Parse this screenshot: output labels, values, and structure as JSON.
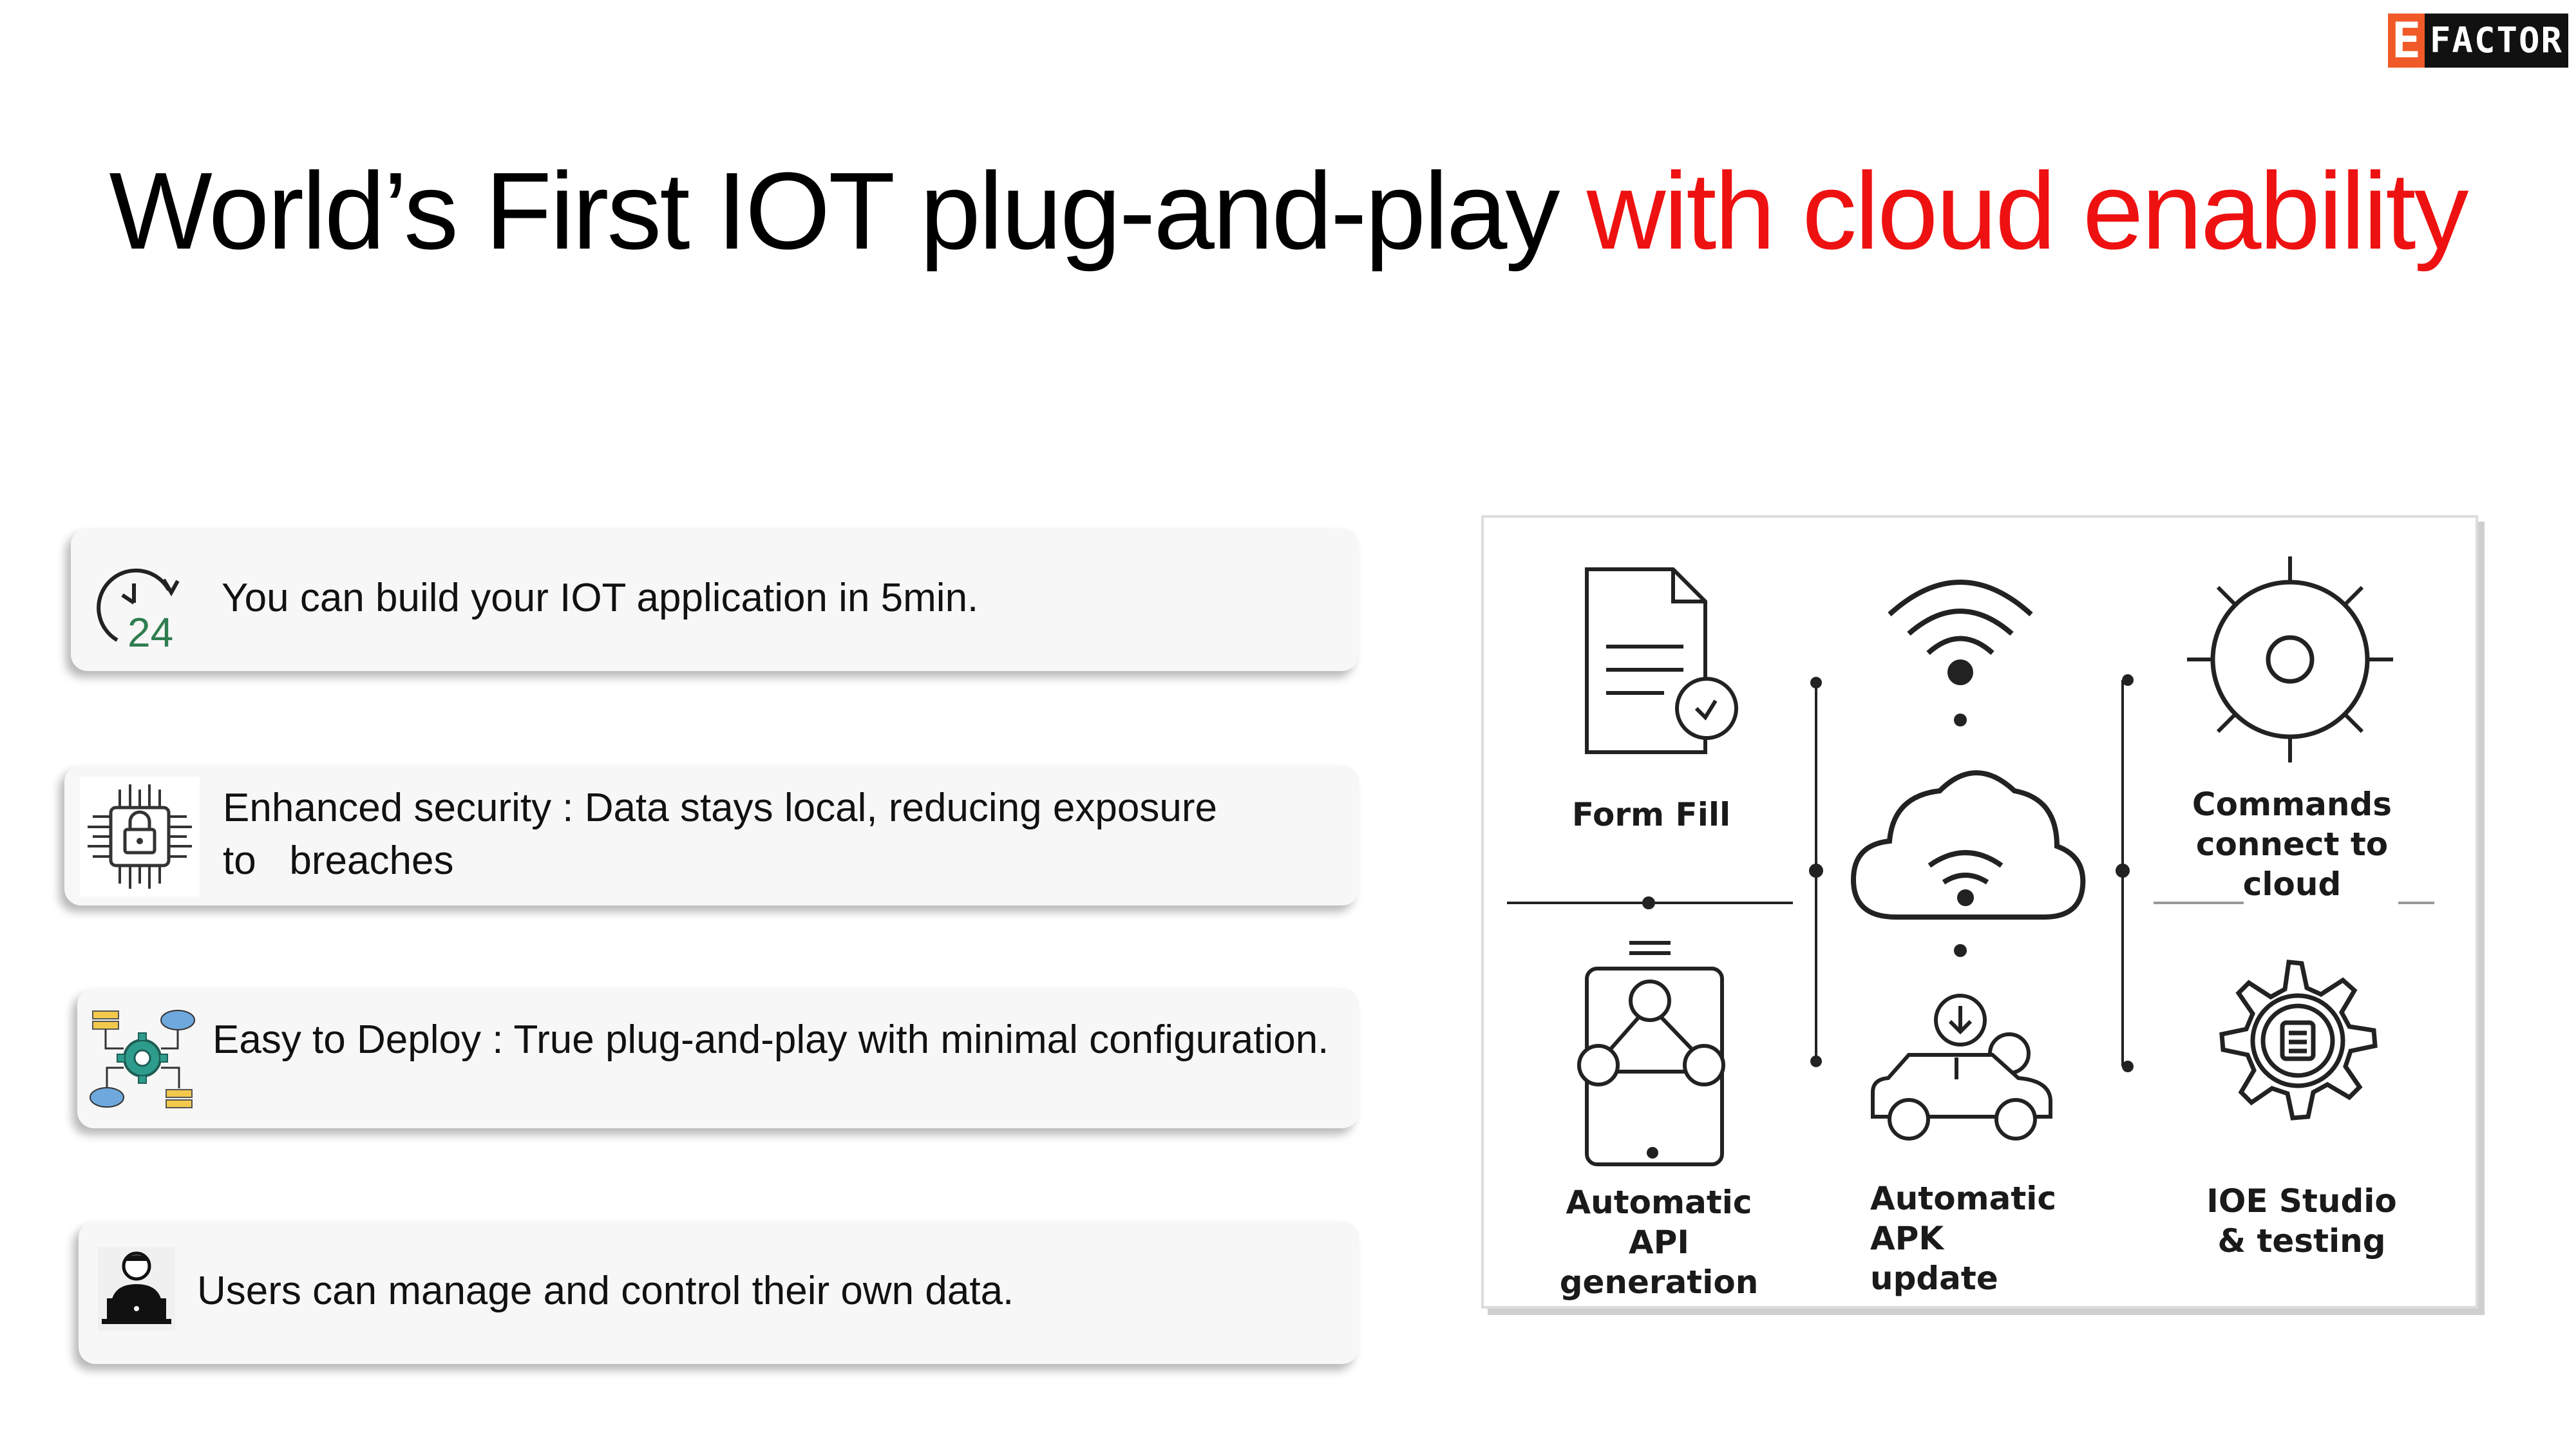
{
  "brand": {
    "logo_text": "EFACTOR"
  },
  "title": {
    "main": "World’s First IOT plug-and-play",
    "accent": "with cloud enability"
  },
  "features": [
    {
      "icon": "clock-24-icon",
      "text": "You can build your IOT application in 5min.",
      "icon_label": "24"
    },
    {
      "icon": "chip-lock-icon",
      "text": "Enhanced security : Data stays local, reducing exposure\nto   breaches"
    },
    {
      "icon": "network-gear-icon",
      "text": "Easy to Deploy : True plug-and-play with minimal configuration."
    },
    {
      "icon": "user-laptop-icon",
      "text": "Users can manage and control their own data."
    }
  ],
  "diagram": {
    "items": [
      {
        "icon": "document-icon",
        "label": "Form Fill"
      },
      {
        "icon": "wifi-icon",
        "label": ""
      },
      {
        "icon": "sun-gear-icon",
        "label": "Commands\nconnect to\ncloud"
      },
      {
        "icon": "cloud-wifi-icon",
        "label": ""
      },
      {
        "icon": "api-tablet-icon",
        "label": "Automatic API\ngeneration"
      },
      {
        "icon": "car-update-icon",
        "label": "Automatic\nAPK update"
      },
      {
        "icon": "gear-icon",
        "label": "IOE Studio\n& testing"
      }
    ]
  }
}
